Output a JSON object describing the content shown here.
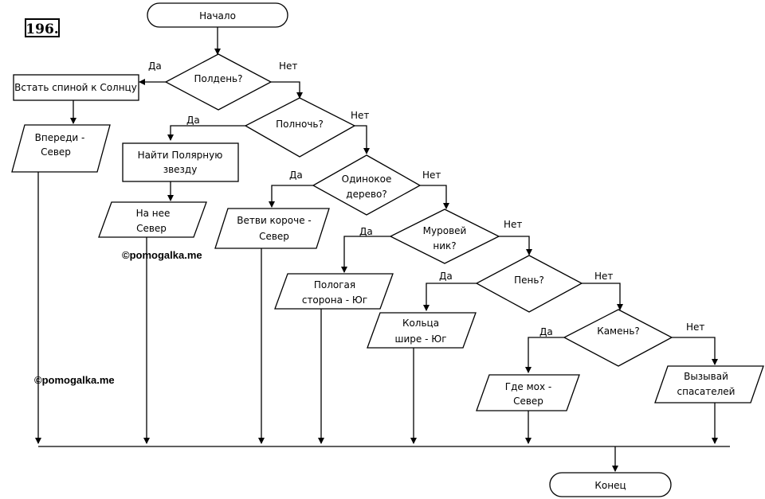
{
  "problem_number": "196.",
  "watermarks": [
    "©pomogalka.me",
    "©pomogalka.me"
  ],
  "yes_label": "Да",
  "no_label": "Нет",
  "terminals": {
    "start": "Начало",
    "end": "Конец"
  },
  "decisions": [
    {
      "id": "noon",
      "lines": [
        "Полдень?"
      ]
    },
    {
      "id": "midnight",
      "lines": [
        "Полночь?"
      ]
    },
    {
      "id": "lonely-tree",
      "lines": [
        "Одинокое",
        "дерево?"
      ]
    },
    {
      "id": "anthill",
      "lines": [
        "Муровей",
        "ник?"
      ]
    },
    {
      "id": "stump",
      "lines": [
        "Пень?"
      ]
    },
    {
      "id": "stone",
      "lines": [
        "Камень?"
      ]
    }
  ],
  "processes": [
    {
      "id": "stand-back-sun",
      "lines": [
        "Встать спиной к Солнцу"
      ]
    },
    {
      "id": "find-polaris",
      "lines": [
        "Найти Полярную",
        "звезду"
      ]
    }
  ],
  "outputs": [
    {
      "id": "ahead-north",
      "lines": [
        "Впереди -",
        "Север"
      ]
    },
    {
      "id": "polaris-north",
      "lines": [
        "На нее",
        "Север"
      ]
    },
    {
      "id": "branches-north",
      "lines": [
        "Ветви короче -",
        "Север"
      ]
    },
    {
      "id": "gentle-south",
      "lines": [
        "Пологая",
        "сторона - Юг"
      ]
    },
    {
      "id": "rings-south",
      "lines": [
        "Кольца",
        "шире - Юг"
      ]
    },
    {
      "id": "moss-north",
      "lines": [
        "Где мох -",
        "Север"
      ]
    },
    {
      "id": "call-rescuers",
      "lines": [
        "Вызывай",
        "спасателей"
      ]
    }
  ]
}
